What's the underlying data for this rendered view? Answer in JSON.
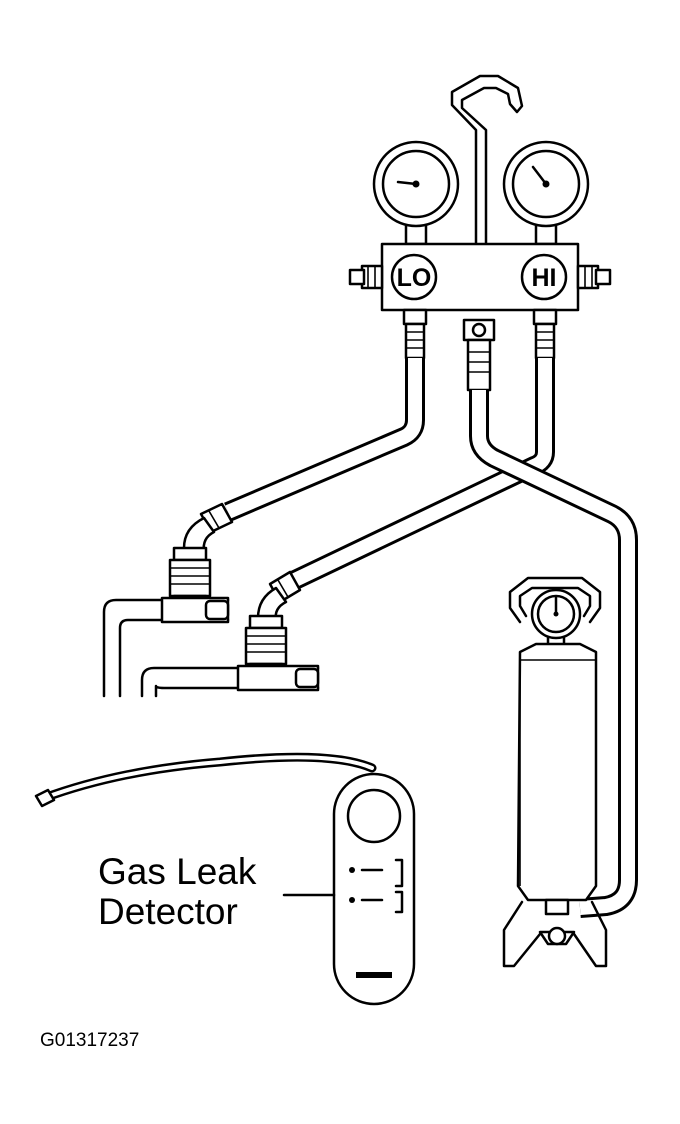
{
  "labels": {
    "low_side": "LO",
    "high_side": "HI",
    "detector_line1": "Gas Leak",
    "detector_line2": "Detector",
    "figure_id": "G01317237"
  },
  "colors": {
    "ink": "#000000",
    "paper": "#ffffff"
  }
}
